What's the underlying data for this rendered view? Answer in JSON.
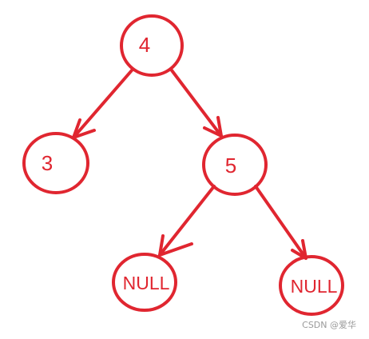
{
  "nodes": {
    "root": "4",
    "left": "3",
    "right": "5",
    "right_left": "NULL",
    "right_right": "NULL"
  },
  "watermark": "CSDN @爱华"
}
